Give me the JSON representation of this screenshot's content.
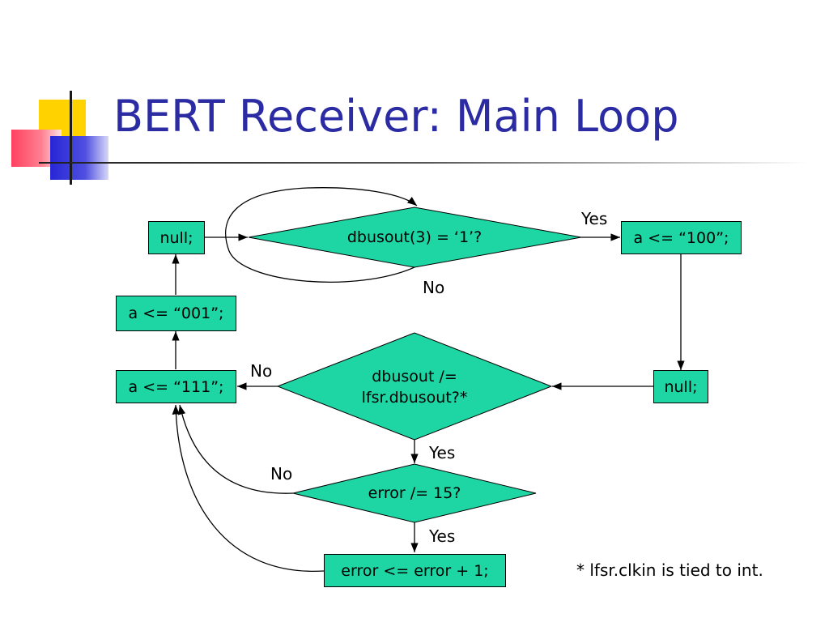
{
  "slide": {
    "title": "BERT Receiver: Main Loop",
    "footnote": "* lfsr.clkin is tied to int."
  },
  "flowchart": {
    "nodes": {
      "null_top": "null;",
      "decision_dbusout": "dbusout(3) = ‘1’?",
      "assign_100": "a <= “100”;",
      "assign_001": "a <= “001”;",
      "decision_lfsr_line1": "dbusout /=",
      "decision_lfsr_line2": "lfsr.dbusout?*",
      "null_right": "null;",
      "assign_111": "a <= “111”;",
      "decision_error": "error /= 15?",
      "error_increment": "error <= error + 1;"
    },
    "edge_labels": {
      "yes_top": "Yes",
      "no_top": "No",
      "no_middle": "No",
      "yes_middle": "Yes",
      "no_error": "No",
      "yes_error": "Yes"
    }
  },
  "colors": {
    "node_fill": "#1ed6a4",
    "title": "#2b2ba3"
  }
}
